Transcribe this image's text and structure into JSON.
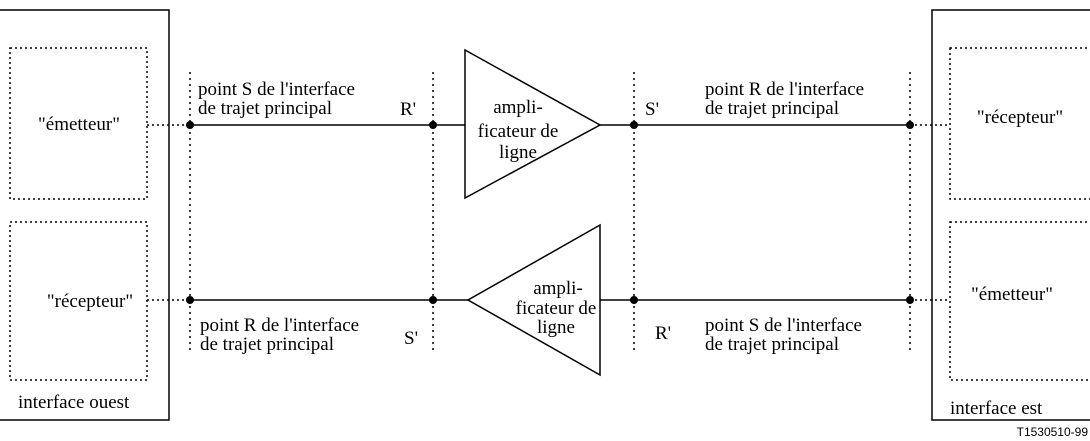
{
  "west": {
    "label": "interface ouest",
    "top_box": "\"émetteur\"",
    "bottom_box": "\"récepteur\""
  },
  "east": {
    "label": "interface est",
    "top_box": "\"récepteur\"",
    "bottom_box": "\"émetteur\""
  },
  "top_path": {
    "left_point_line1": "point S de l'interface",
    "left_point_line2": "de trajet principal",
    "left_ref": "R'",
    "right_ref": "S'",
    "right_point_line1": "point R de l'interface",
    "right_point_line2": "de trajet principal",
    "amplifier_line1": "ampli-",
    "amplifier_line2": "ficateur de",
    "amplifier_line3": "ligne"
  },
  "bottom_path": {
    "left_point_line1": "point R de l'interface",
    "left_point_line2": "de trajet principal",
    "left_ref": "S'",
    "right_ref": "R'",
    "right_point_line1": "point S de l'interface",
    "right_point_line2": "de trajet principal",
    "amplifier_line1": "ampli-",
    "amplifier_line2": "ficateur de",
    "amplifier_line3": "ligne"
  },
  "figure_id": "T1530510-99"
}
